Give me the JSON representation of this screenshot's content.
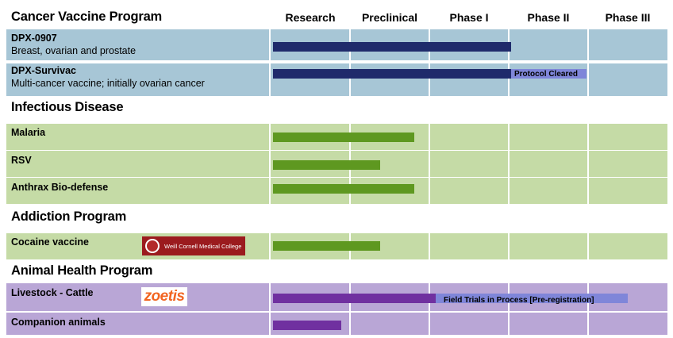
{
  "stages": [
    "Research",
    "Preclinical",
    "Phase I",
    "Phase II",
    "Phase III"
  ],
  "colors": {
    "cancer_row": "#a7c6d6",
    "cancer_bar": "#1f2a6b",
    "infectious_row": "#c5dba6",
    "infectious_bar": "#5e9820",
    "addiction_row": "#c5dba6",
    "addiction_bar": "#5e9820",
    "animal_row": "#b9a6d6",
    "animal_bar": "#7030a0",
    "callout_bg": "#7f86d9"
  },
  "chart_data": {
    "type": "gantt",
    "x_categories": [
      "Research",
      "Preclinical",
      "Phase I",
      "Phase II",
      "Phase III"
    ],
    "sections": [
      {
        "title": "Cancer Vaccine Program",
        "rows": [
          {
            "name": "DPX-0907",
            "description": "Breast, ovarian and prostate",
            "progress": 3.0
          },
          {
            "name": "DPX-Survivac",
            "description": "Multi-cancer vaccine; initially ovarian cancer",
            "progress": 3.0,
            "callout": "Protocol Cleared"
          }
        ]
      },
      {
        "title": "Infectious Disease",
        "rows": [
          {
            "name": "Malaria",
            "progress": 1.78
          },
          {
            "name": "RSV",
            "progress": 1.35
          },
          {
            "name": "Anthrax Bio-defense",
            "progress": 1.78
          }
        ]
      },
      {
        "title": "Addiction Program",
        "rows": [
          {
            "name": "Cocaine vaccine",
            "progress": 1.35,
            "logo": "Weill Cornell Medical College"
          }
        ]
      },
      {
        "title": "Animal Health Program",
        "rows": [
          {
            "name": "Livestock - Cattle",
            "progress": 2.05,
            "callout": "Field Trials  in Process [Pre-registration]",
            "logo": "zoetis"
          },
          {
            "name": "Companion animals",
            "progress": 0.86
          }
        ]
      }
    ]
  }
}
